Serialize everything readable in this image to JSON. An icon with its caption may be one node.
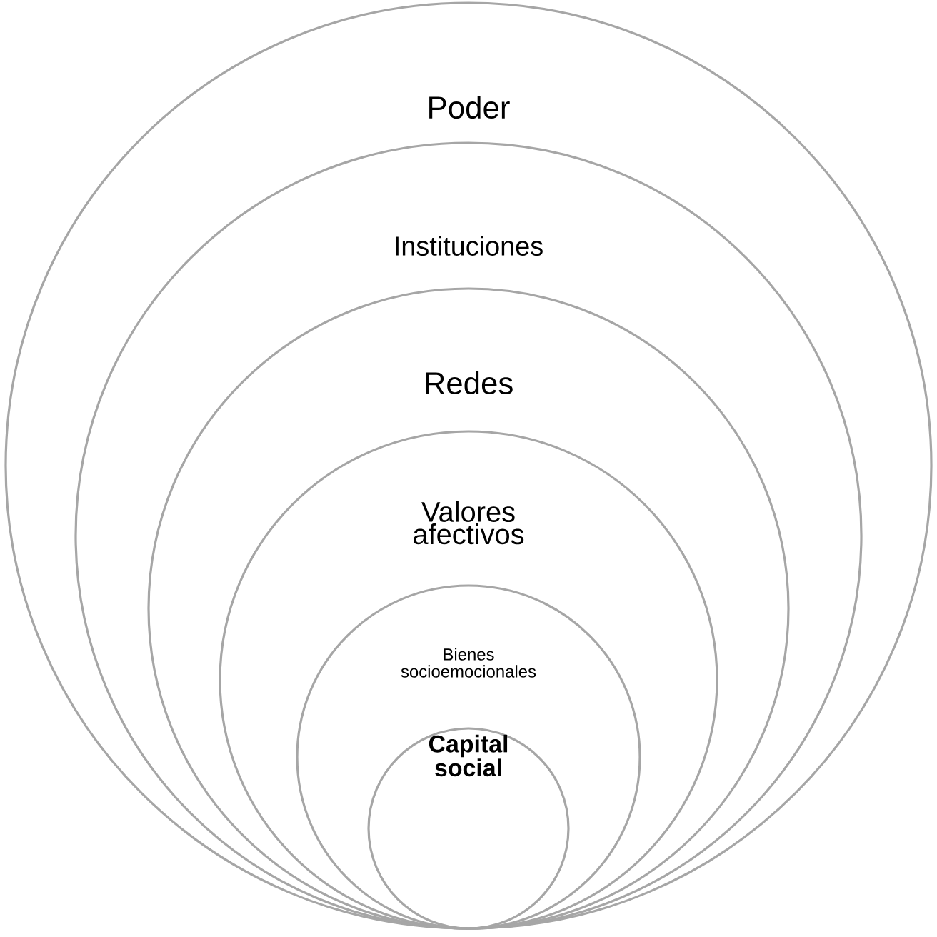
{
  "diagram": {
    "nodes": [
      {
        "text": [
          "Poder"
        ]
      },
      {
        "text": [
          "Instituciones"
        ],
        "in": 0
      },
      {
        "text": [
          "Redes"
        ],
        "in": 1
      },
      {
        "text": [
          "Valores afectivos"
        ],
        "in": 2
      },
      {
        "text": [
          "Bienes socioemocionales"
        ],
        "in": 3
      },
      {
        "text": [
          "Capital social"
        ],
        "in": 4
      }
    ]
  }
}
